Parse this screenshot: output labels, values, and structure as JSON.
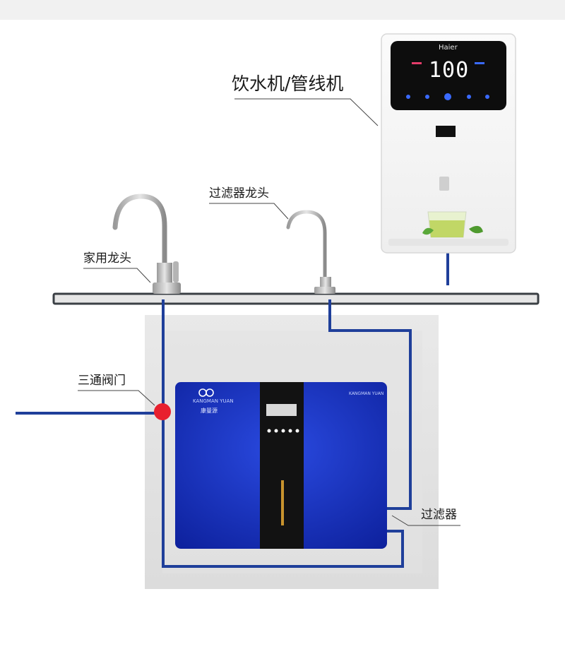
{
  "labels": {
    "dispenser": "饮水机/管线机",
    "filter_faucet": "过滤器龙头",
    "home_faucet": "家用龙头",
    "three_way_valve": "三通阀门",
    "filter": "过滤器"
  },
  "dispenser": {
    "brand": "Haier",
    "display_value": "100"
  },
  "purifier": {
    "brand": "KANGMAN YUAN",
    "brand_cn": "康曼源",
    "model": "KANGMAN YUAN"
  },
  "colors": {
    "pipe": "#1f3f9a",
    "valve": "#e8202e",
    "purifier_body": "#1530c0",
    "counter": "#3a3f44"
  }
}
